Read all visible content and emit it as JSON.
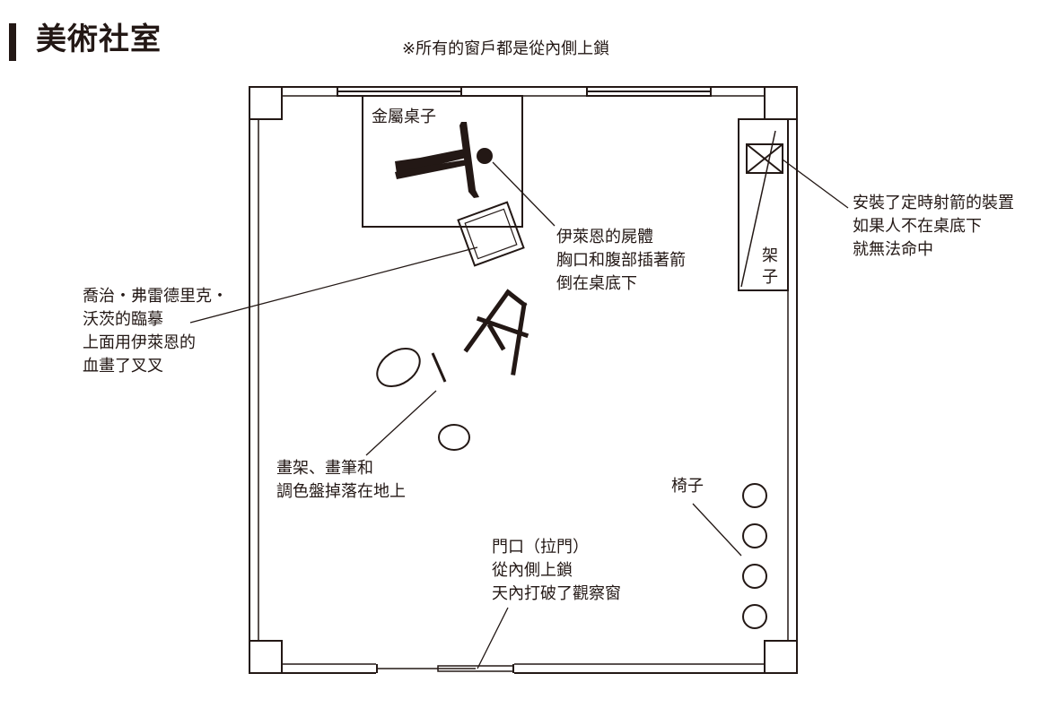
{
  "title": "美術社室",
  "top_note": "※所有的窗戶都是從內側上鎖",
  "labels": {
    "metal_desk": "金屬桌子",
    "shelf": "架子",
    "body_lines": [
      "伊萊恩的屍體",
      "胸口和腹部插著箭",
      "倒在桌底下"
    ],
    "device_lines": [
      "安裝了定時射箭的裝置",
      "如果人不在桌底下",
      "就無法命中"
    ],
    "painting_lines": [
      "喬治・弗雷德里克・",
      "沃茨的臨摹",
      "上面用伊萊恩的",
      "血畫了叉叉"
    ],
    "easel_lines": [
      "畫架、畫筆和",
      "調色盤掉落在地上"
    ],
    "chairs": "椅子",
    "door_lines": [
      "門口（拉門）",
      "從內側上鎖",
      "天內打破了觀察窗"
    ]
  },
  "colors": {
    "ink": "#231815",
    "background": "#ffffff"
  }
}
